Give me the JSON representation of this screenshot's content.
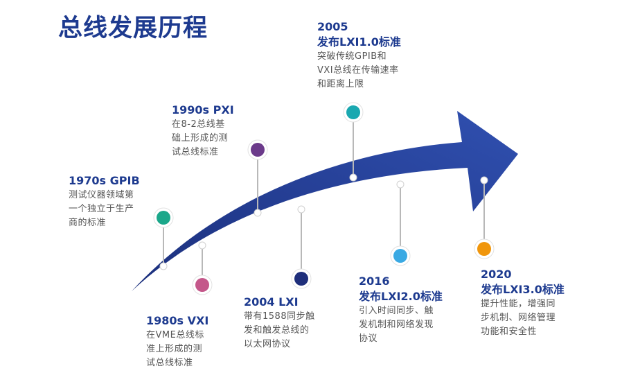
{
  "title": "总线发展历程",
  "colors": {
    "title": "#1d3a8f",
    "arrow_dark": "#1b2f7c",
    "arrow_light": "#3050b0",
    "connector": "#b8b8b8",
    "text": "#555555"
  },
  "milestones": [
    {
      "id": "gpib",
      "year": "1970s  GPIB",
      "desc": [
        "测试仪器领域第",
        "一个独立于生产",
        "商的标准"
      ],
      "dot_color": "#1ba78a"
    },
    {
      "id": "vxi",
      "year": "1980s  VXI",
      "desc": [
        "在VME总线标",
        "准上形成的测",
        "试总线标准"
      ],
      "dot_color": "#c4578a"
    },
    {
      "id": "pxi",
      "year": "1990s  PXI",
      "desc": [
        "在8-2总线基",
        "础上形成的测",
        "试总线标准"
      ],
      "dot_color": "#6b3a8a"
    },
    {
      "id": "lxi2004",
      "year": "2004 LXI",
      "desc": [
        "带有1588同步触",
        "发和触发总线的",
        "以太网协议"
      ],
      "dot_color": "#1e2e7a"
    },
    {
      "id": "lxi1",
      "year": "2005",
      "subtitle": "发布LXI1.0标准",
      "desc": [
        "突破传统GPIB和",
        "VXI总线在传输速率",
        "和距离上限"
      ],
      "dot_color": "#1aa8b0"
    },
    {
      "id": "lxi2",
      "year": "2016",
      "subtitle": "发布LXI2.0标准",
      "desc": [
        "引入时间同步、触",
        "发机制和网络发现",
        "协议"
      ],
      "dot_color": "#3aa9e3"
    },
    {
      "id": "lxi3",
      "year": "2020",
      "subtitle": "发布LXI3.0标准",
      "desc": [
        "提升性能，增强同",
        "步机制、网络管理",
        "功能和安全性"
      ],
      "dot_color": "#f0960c"
    }
  ]
}
